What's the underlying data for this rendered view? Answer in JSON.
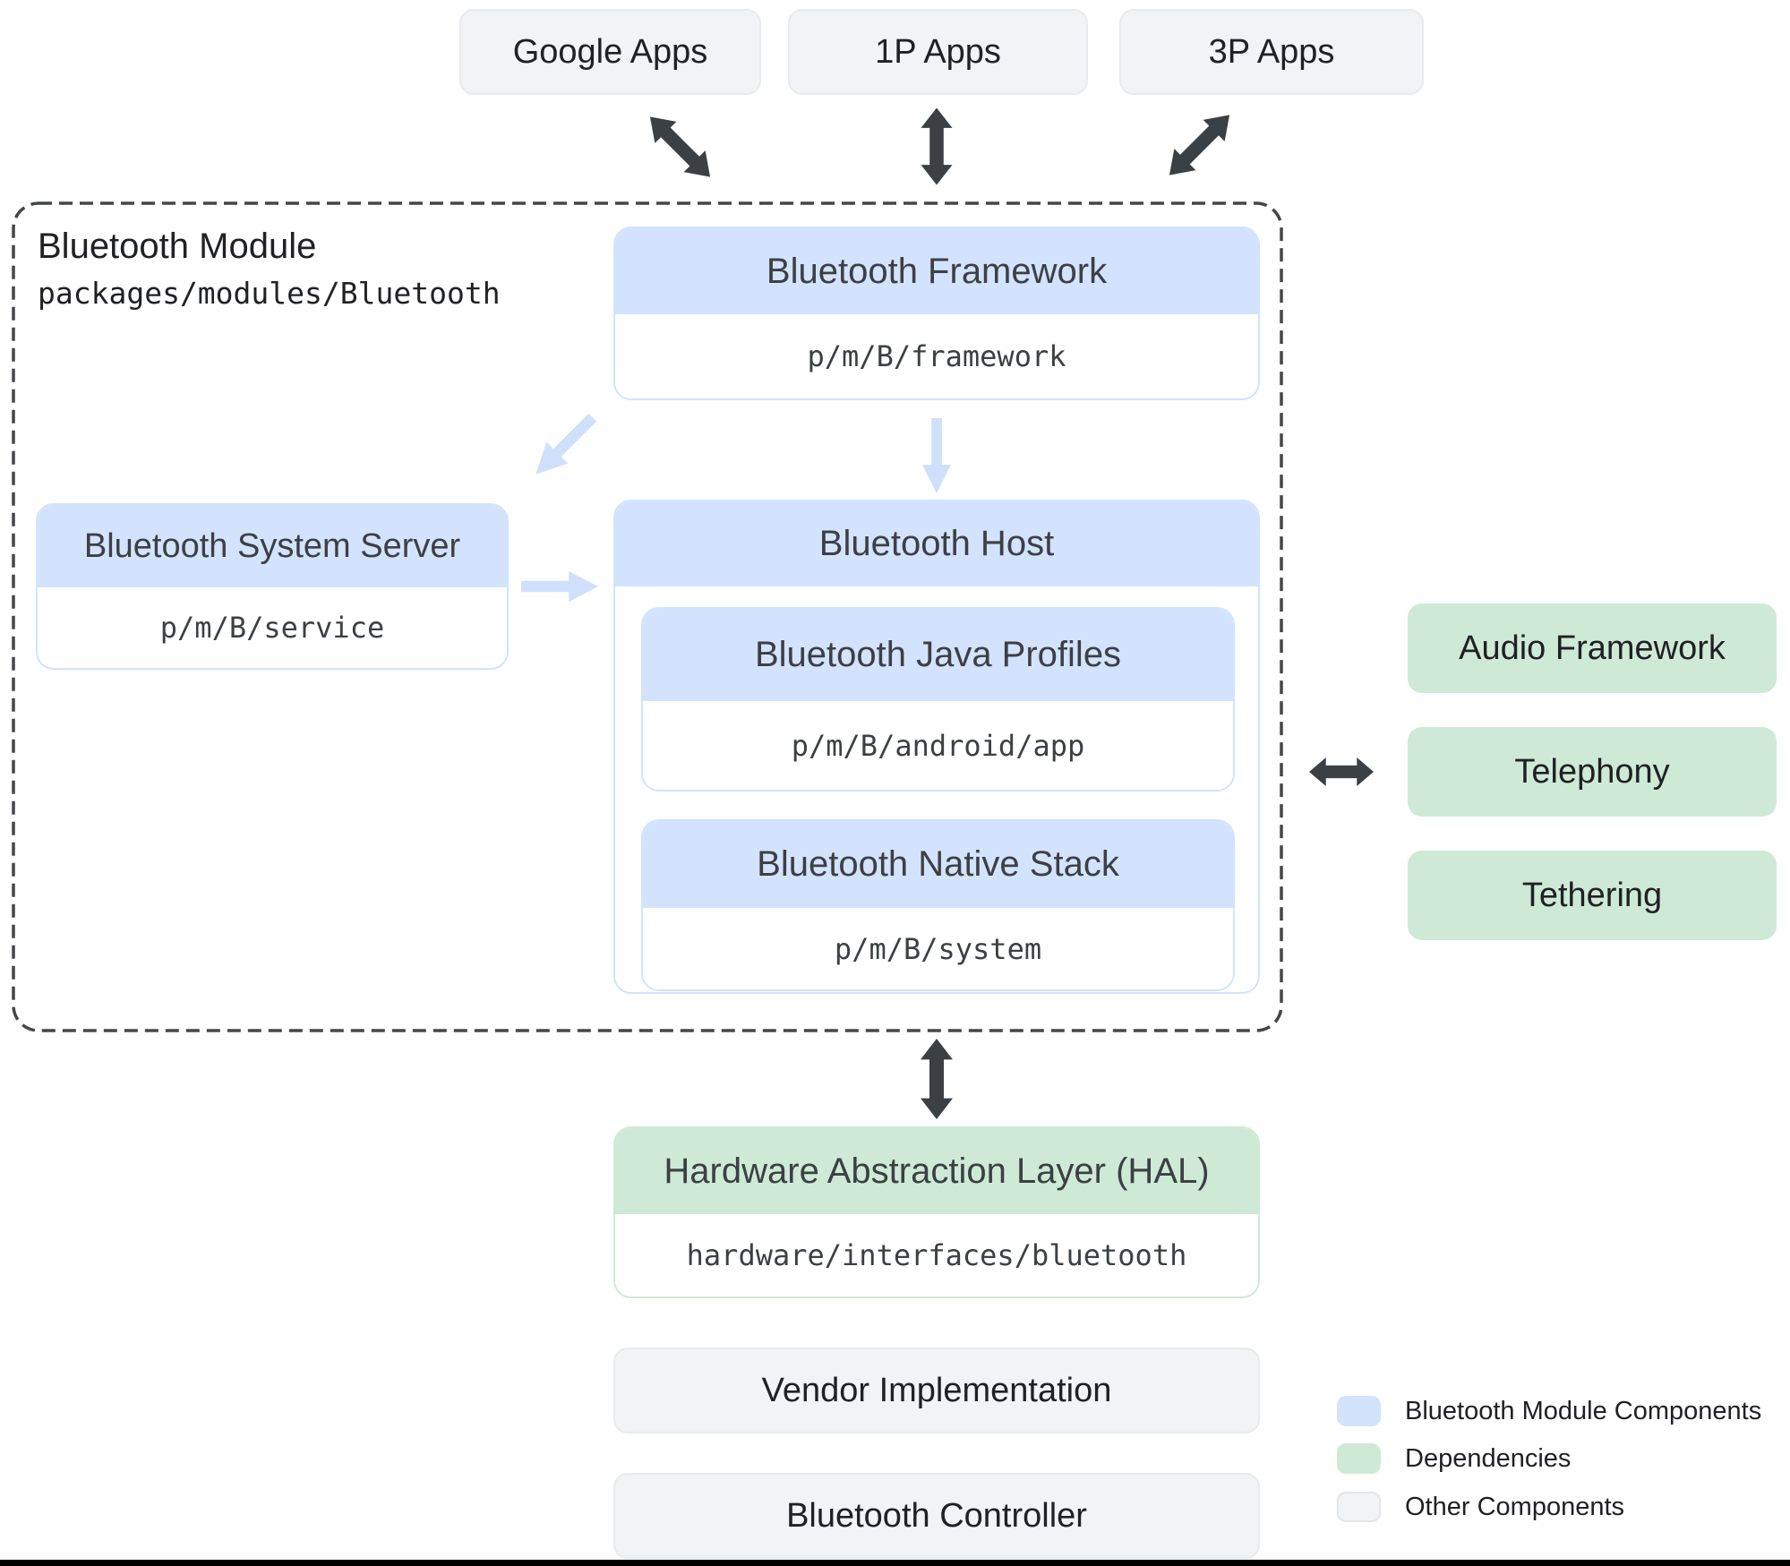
{
  "apps": [
    {
      "label": "Google Apps"
    },
    {
      "label": "1P Apps"
    },
    {
      "label": "3P Apps"
    }
  ],
  "module": {
    "title": "Bluetooth Module",
    "path": "packages/modules/Bluetooth",
    "framework": {
      "title": "Bluetooth Framework",
      "path": "p/m/B/framework"
    },
    "system_server": {
      "title": "Bluetooth System Server",
      "path": "p/m/B/service"
    },
    "host": {
      "title": "Bluetooth Host",
      "java_profiles": {
        "title": "Bluetooth Java Profiles",
        "path": "p/m/B/android/app"
      },
      "native_stack": {
        "title": "Bluetooth Native Stack",
        "path": "p/m/B/system"
      }
    }
  },
  "dependencies": [
    {
      "label": "Audio Framework"
    },
    {
      "label": "Telephony"
    },
    {
      "label": "Tethering"
    }
  ],
  "hal": {
    "title": "Hardware Abstraction Layer (HAL)",
    "path": "hardware/interfaces/bluetooth"
  },
  "others": [
    {
      "label": "Vendor Implementation"
    },
    {
      "label": "Bluetooth Controller"
    }
  ],
  "legend": {
    "items": [
      {
        "label": "Bluetooth Module Components",
        "color": "#d2e3fc"
      },
      {
        "label": "Dependencies",
        "color": "#ceead6"
      },
      {
        "label": "Other Components",
        "color": "#f1f3f4"
      }
    ]
  },
  "colors": {
    "module_fill": "#d3e3fd",
    "module_border": "#d2e3fc",
    "dependency_fill": "#ceead6",
    "other_fill": "#f1f3f4",
    "arrow_dark": "#3b4045",
    "arrow_light": "#cfe0fb",
    "dashed_border": "#44474a"
  }
}
